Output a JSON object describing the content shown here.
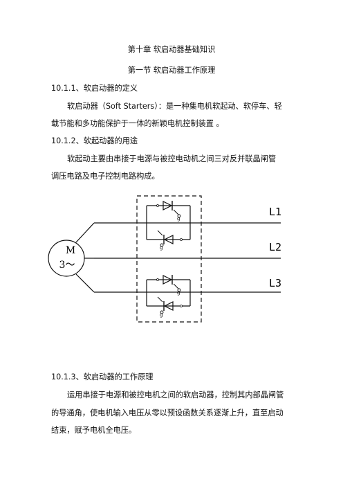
{
  "document": {
    "chapter_title": "第十章 软启动器基础知识",
    "section_title": "第一节 软启动器工作原理",
    "h_10_1_1": "10.1.1、软启动器的定义",
    "p1_line1": "软启动器（Soft Starters）：是一种集电机软起动、软停车、轻",
    "p1_line2": "载节能和多功能保护于一体的新颖电机控制装置 。",
    "h_10_1_2": "10.1.2、软起动器的用途",
    "p2_line1": "软起动主要由串接于电源与被控电动机之间三对反并联晶闸管",
    "p2_line2": "调压电路及电子控制电路构成。",
    "h_10_1_3": "10.1.3、软启动器的工作原理",
    "p3_line1": "运用串接于电源和被控电机之间的软启动器，控制其内部晶闸管",
    "p3_line2": "的导通角，使电机输入电压从零以预设函数关系逐渐上升，直至启动",
    "p3_line3": "结束，赋予电机全电压。"
  },
  "diagram": {
    "motor_label_line1": "M",
    "motor_label_line2": "3～",
    "phase_labels": [
      "L1",
      "L2",
      "L3"
    ],
    "gate_label": "g"
  }
}
